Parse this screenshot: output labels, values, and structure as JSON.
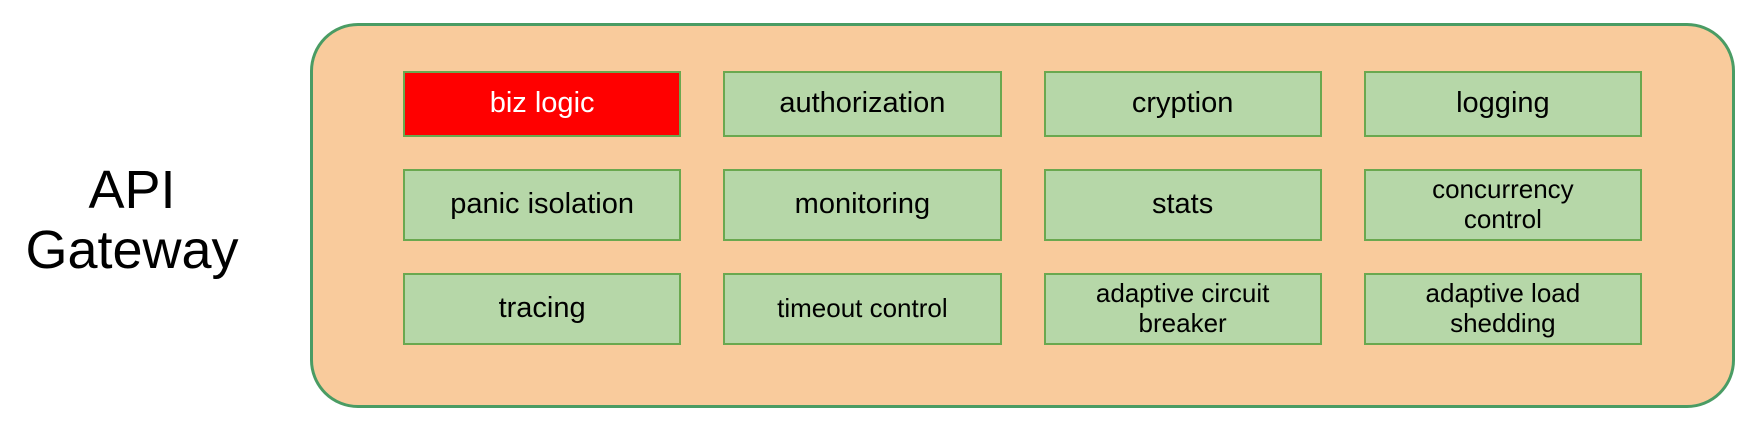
{
  "title": {
    "text": "API Gateway"
  },
  "gateway": {
    "cells": [
      {
        "label": "biz logic",
        "highlighted": true
      },
      {
        "label": "authorization",
        "highlighted": false
      },
      {
        "label": "cryption",
        "highlighted": false
      },
      {
        "label": "logging",
        "highlighted": false
      },
      {
        "label": "panic isolation",
        "highlighted": false
      },
      {
        "label": "monitoring",
        "highlighted": false
      },
      {
        "label": "stats",
        "highlighted": false
      },
      {
        "label": "concurrency control",
        "highlighted": false
      },
      {
        "label": "tracing",
        "highlighted": false
      },
      {
        "label": "timeout control",
        "highlighted": false
      },
      {
        "label": "adaptive circuit breaker",
        "highlighted": false
      },
      {
        "label": "adaptive load shedding",
        "highlighted": false
      }
    ]
  },
  "colors": {
    "container_fill": "#f9cb9c",
    "container_border": "#4a9c64",
    "box_fill": "#b6d7a8",
    "box_border": "#6aa84f",
    "highlight_fill": "#ff0000",
    "highlight_text": "#ffffff",
    "text": "#000000"
  }
}
